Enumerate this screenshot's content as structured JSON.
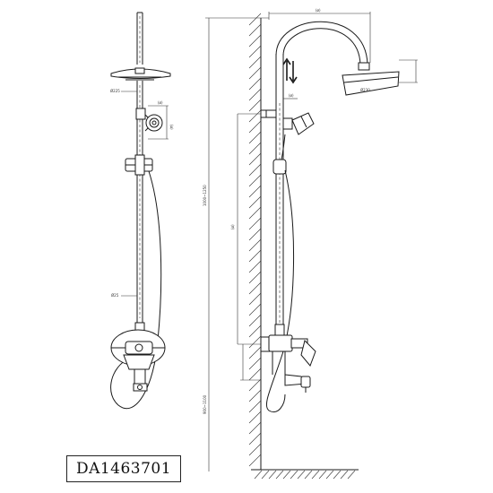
{
  "model_code": "DA1463701",
  "dimensions": {
    "arc_width": "(ø)",
    "head_diameter": "Ø230",
    "outlet_spacing": "(ø)",
    "bar_height": "1000~1250",
    "slide_height": "(ø)",
    "floor_height": "900~1100",
    "shower_head_size": "Ø225",
    "riser_diameter": "Ø25",
    "hand_shower": "(ø)",
    "hand_height": "(ø)"
  }
}
